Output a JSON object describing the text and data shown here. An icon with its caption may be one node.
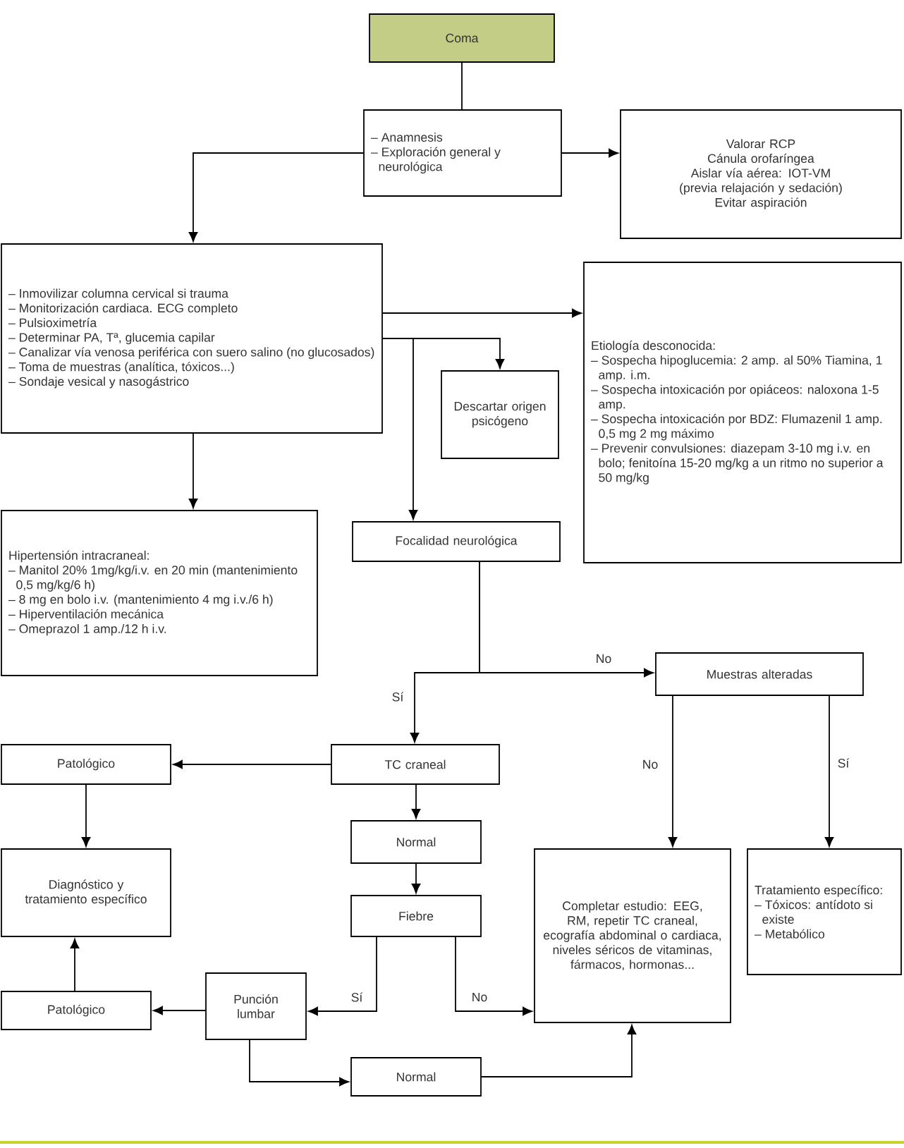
{
  "diagram": {
    "nodes": [
      {
        "text": [
          "Coma"
        ]
      },
      {
        "text": [
          "– Anamnesis",
          "– Exploración general y neurológica"
        ]
      },
      {
        "text": [
          "Valorar RCP",
          "Cánula orofaríngea",
          "Aislar vía aérea: IOT-VM (previa relajación y sedación)",
          "Evitar aspiración"
        ]
      },
      {
        "text": [
          "– Inmovilizar columna cervical si trauma",
          "– Monitorización cardiaca. ECG completo",
          "– Pulsioximetría",
          "– Determinar PA, Tª, glucemia capilar",
          "– Canalizar vía venosa periférica con suero salino (no glucosados)",
          "– Toma de muestras (analítica, tóxicos...)",
          "– Sondaje vesical y nasogástrico"
        ]
      },
      {
        "text": [
          "Descartar origen psicógeno"
        ]
      },
      {
        "text": [
          "Etiología desconocida:",
          "– Sospecha hipoglucemia: 2 amp. al 50% Tiamina, 1 amp. i.m.",
          "– Sospecha intoxicación por opiáceos: naloxona 1-5 amp.",
          "– Sospecha intoxicación por BDZ: Flumazenil 1 amp. 0,5 mg 2 mg máximo",
          "– Prevenir convulsiones: diazepam 3-10 mg i.v. en bolo; fenitoína 15-20 mg/kg a un ritmo no superior a 50 mg/kg"
        ]
      },
      {
        "text": [
          "Hipertensión intracraneal:",
          "– Manitol 20% 1mg/kg/i.v. en 20 min (mantenimiento 0,5 mg/kg/6 h)",
          "– 8 mg en bolo i.v. (mantenimiento 4 mg i.v./6 h)",
          "– Hiperventilación mecánica",
          "– Omeprazol 1 amp./12 h i.v."
        ]
      },
      {
        "text": [
          "Focalidad neurológica"
        ]
      },
      {
        "text": [
          "Muestras alteradas"
        ]
      },
      {
        "text": [
          "TC craneal"
        ]
      },
      {
        "text": [
          "Patológico"
        ]
      },
      {
        "text": [
          "Normal"
        ]
      },
      {
        "text": [
          "Diagnóstico y tratamiento específico"
        ]
      },
      {
        "text": [
          "Completar estudio: EEG, RM, repetir TC craneal, ecografía abdominal o cardiaca, niveles séricos de vitaminas, fármacos, hormonas..."
        ]
      },
      {
        "text": [
          "Tratamiento específico:",
          "– Tóxicos: antídoto si existe",
          "– Metabólico"
        ]
      },
      {
        "text": [
          "Fiebre"
        ]
      },
      {
        "text": [
          "Punción lumbar"
        ]
      },
      {
        "text": [
          "Patológico"
        ]
      },
      {
        "text": [
          "Normal"
        ]
      }
    ],
    "edges": [
      {
        "from": 0,
        "to": 1,
        "arrow": "none"
      },
      {
        "from": 1,
        "to": 2,
        "arrow": "to"
      },
      {
        "from": 1,
        "to": 3,
        "arrow": "to"
      },
      {
        "from": 3,
        "to": 5,
        "arrow": "to"
      },
      {
        "from": 3,
        "to": 4,
        "arrow": "to"
      },
      {
        "from": 3,
        "to": 7,
        "arrow": "to"
      },
      {
        "from": 3,
        "to": 6,
        "arrow": "to"
      },
      {
        "from": 7,
        "to": 8,
        "arrow": "to",
        "label": "No"
      },
      {
        "from": 7,
        "to": 9,
        "arrow": "to",
        "label": "Sí"
      },
      {
        "from": 9,
        "to": 10,
        "arrow": "to"
      },
      {
        "from": 10,
        "to": 12,
        "arrow": "to"
      },
      {
        "from": 9,
        "to": 11,
        "arrow": "to"
      },
      {
        "from": 11,
        "to": 15,
        "arrow": "to"
      },
      {
        "from": 8,
        "to": 13,
        "arrow": "to",
        "label": "No"
      },
      {
        "from": 8,
        "to": 14,
        "arrow": "to",
        "label": "Sí"
      },
      {
        "from": 15,
        "to": 16,
        "arrow": "to",
        "label": "Sí"
      },
      {
        "from": 15,
        "to": 13,
        "arrow": "to",
        "label": "No"
      },
      {
        "from": 16,
        "to": 17,
        "arrow": "to"
      },
      {
        "from": 17,
        "to": 12,
        "arrow": "to"
      },
      {
        "from": 16,
        "to": 18,
        "arrow": "to"
      },
      {
        "from": 18,
        "to": 13,
        "arrow": "to"
      }
    ]
  }
}
